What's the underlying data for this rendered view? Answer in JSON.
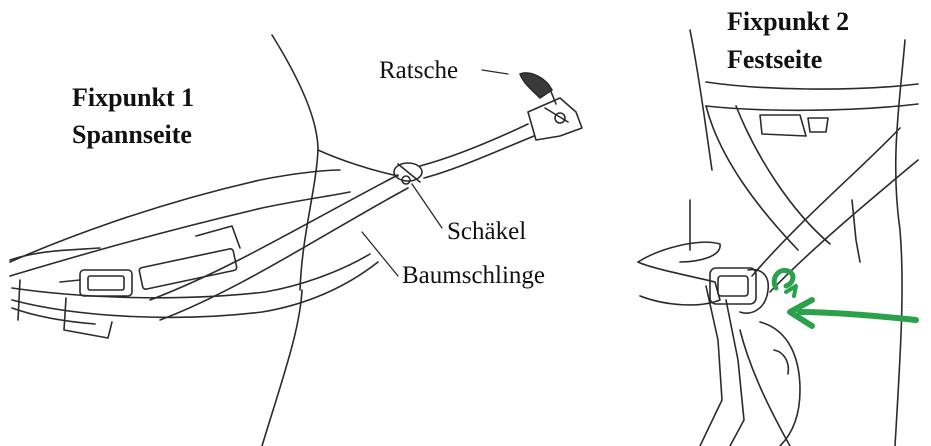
{
  "panel_left": {
    "heading_line1": "Fixpunkt 1",
    "heading_line2": "Spannseite",
    "callouts": {
      "ratsche": "Ratsche",
      "schaekel": "Schäkel",
      "baumschlinge": "Baumschlinge"
    }
  },
  "panel_right": {
    "heading_line1": "Fixpunkt 2",
    "heading_line2": "Festseite",
    "arrow_color": "#2aa14a"
  }
}
